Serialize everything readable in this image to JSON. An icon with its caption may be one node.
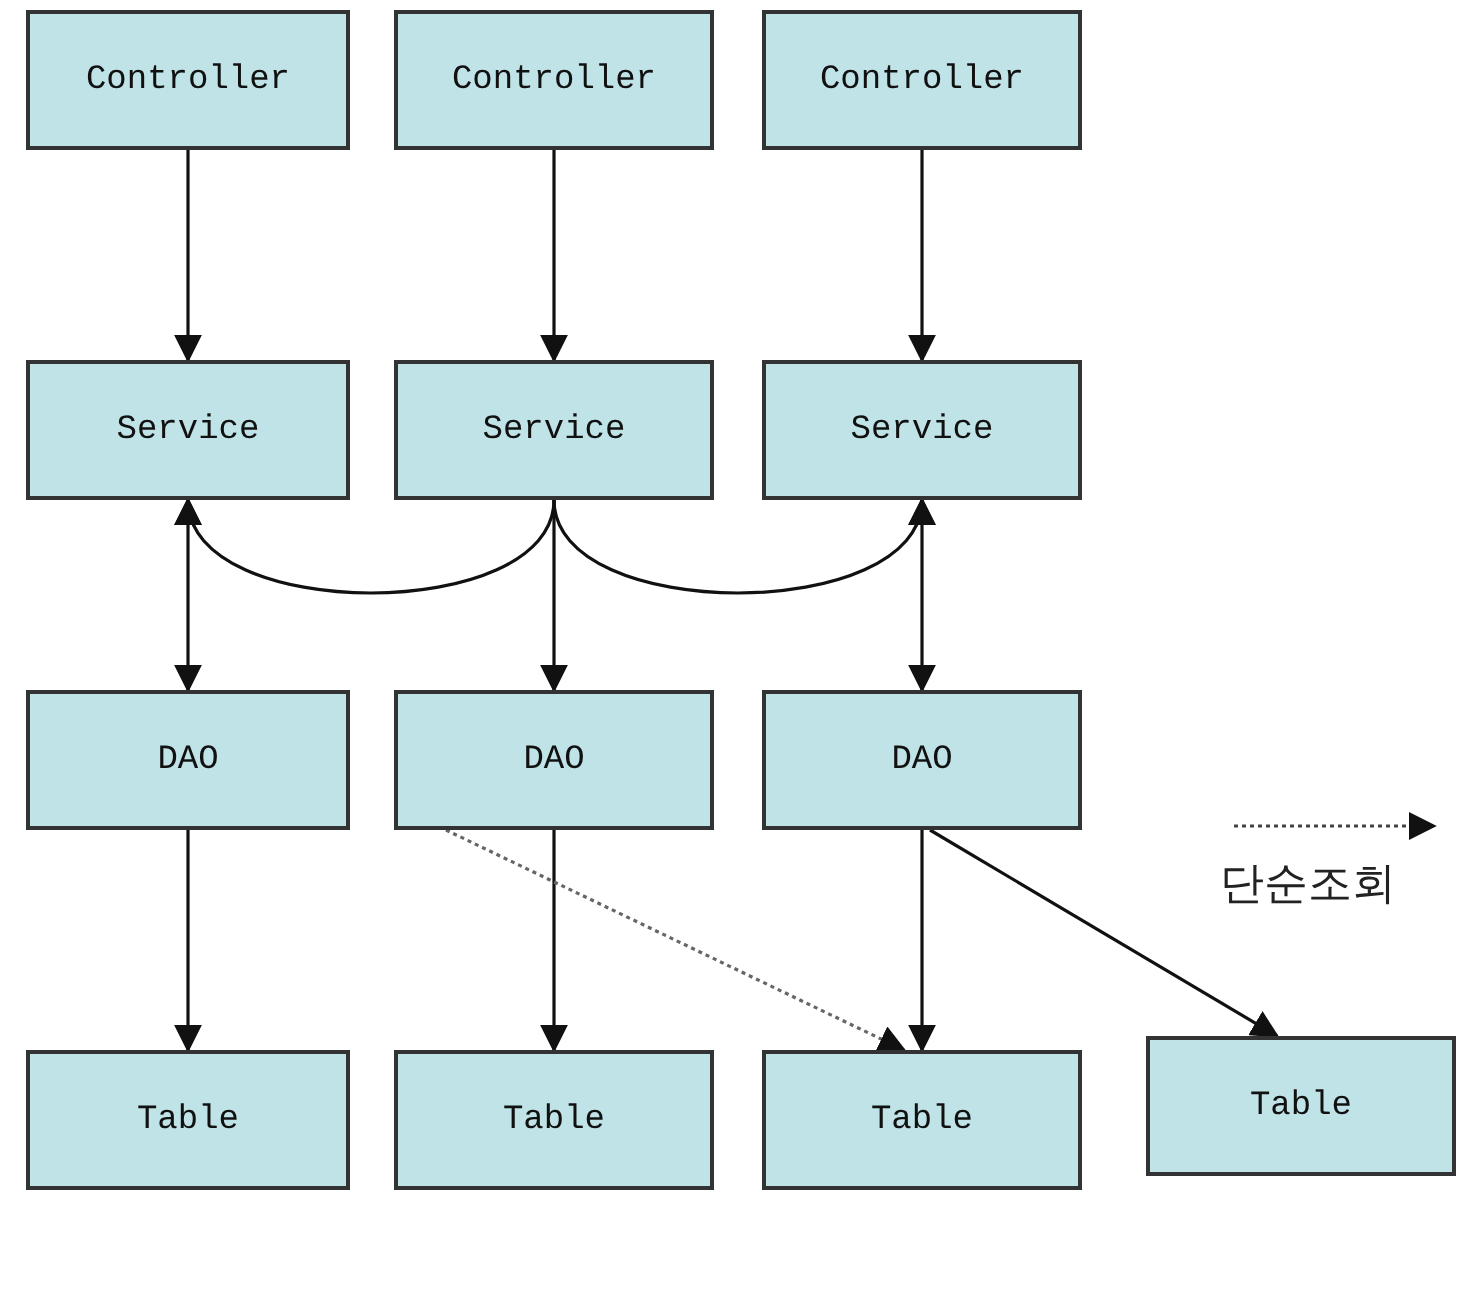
{
  "diagram": {
    "nodes": [
      {
        "text": [
          "Controller"
        ]
      },
      {
        "text": [
          "Controller"
        ]
      },
      {
        "text": [
          "Controller"
        ]
      },
      {
        "text": [
          "Service"
        ]
      },
      {
        "text": [
          "Service"
        ]
      },
      {
        "text": [
          "Service"
        ]
      },
      {
        "text": [
          "DAO"
        ]
      },
      {
        "text": [
          "DAO"
        ]
      },
      {
        "text": [
          "DAO"
        ]
      },
      {
        "text": [
          "Table"
        ]
      },
      {
        "text": [
          "Table"
        ]
      },
      {
        "text": [
          "Table"
        ]
      },
      {
        "text": [
          "Table"
        ]
      }
    ],
    "edges": [
      {
        "from": 0,
        "to": 3,
        "arrow": "to"
      },
      {
        "from": 1,
        "to": 4,
        "arrow": "to"
      },
      {
        "from": 2,
        "to": 5,
        "arrow": "to"
      },
      {
        "from": 4,
        "to": 3,
        "arrow": "to"
      },
      {
        "from": 4,
        "to": 5,
        "arrow": "to"
      },
      {
        "from": 3,
        "to": 6,
        "arrow": "both"
      },
      {
        "from": 4,
        "to": 7,
        "arrow": "to"
      },
      {
        "from": 5,
        "to": 8,
        "arrow": "both"
      },
      {
        "from": 6,
        "to": 9,
        "arrow": "to"
      },
      {
        "from": 7,
        "to": 10,
        "arrow": "to"
      },
      {
        "from": 7,
        "to": 11,
        "arrow": "to",
        "style": "dashed"
      },
      {
        "from": 8,
        "to": 11,
        "arrow": "to"
      },
      {
        "from": 8,
        "to": 12,
        "arrow": "to"
      }
    ],
    "legend": [
      {
        "text": "단순조회"
      }
    ]
  }
}
